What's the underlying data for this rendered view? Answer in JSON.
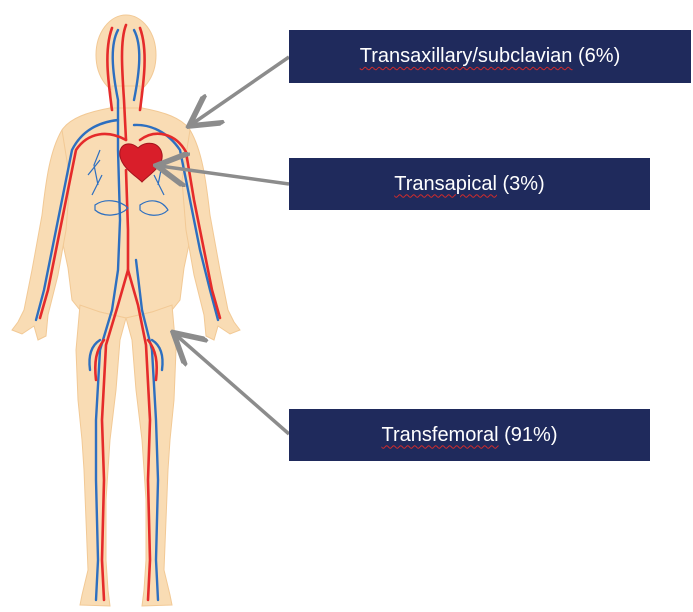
{
  "labels": [
    {
      "id": "subclavian",
      "name": "Transaxillary/subclavian",
      "pct": "(6%)"
    },
    {
      "id": "apical",
      "name": "Transapical",
      "pct": "(3%)"
    },
    {
      "id": "femoral",
      "name": "Transfemoral",
      "pct": "(91%)"
    }
  ],
  "colors": {
    "box_fill": "#1f2a5c",
    "box_text": "#ffffff",
    "skin": "#f9dcb4",
    "artery": "#e52b2b",
    "vein": "#2d6fc0",
    "heart": "#d91e2a",
    "arrow": "#8c8c8c"
  }
}
